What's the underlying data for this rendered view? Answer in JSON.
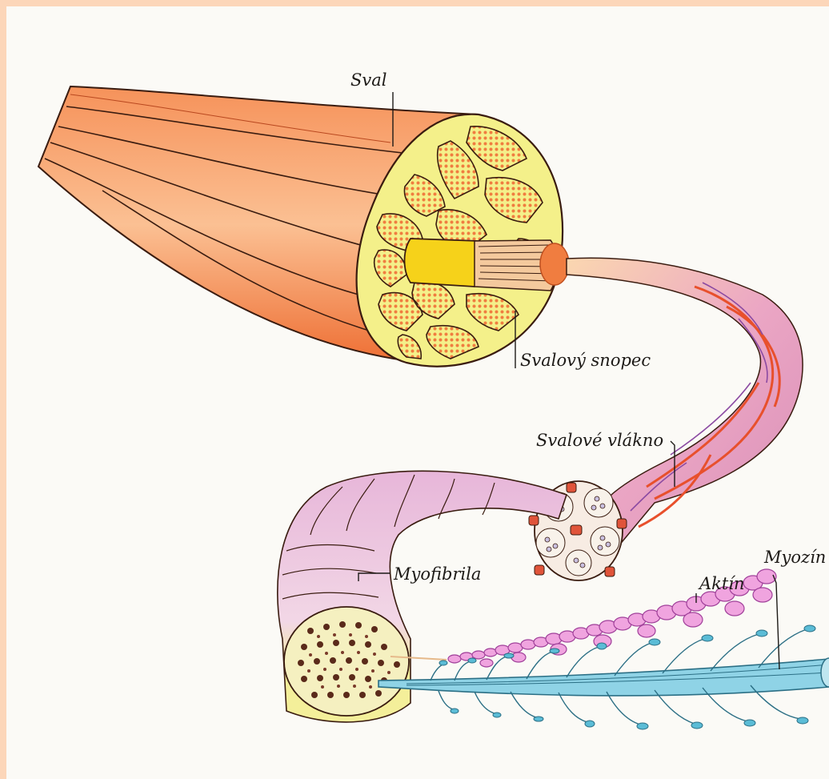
{
  "labels": {
    "sval": "Sval",
    "svalovy_snopec": "Svalový snopec",
    "svalove_vlakno": "Svalové vlákno",
    "myofibrila": "Myofibrila",
    "aktin": "Aktín",
    "myozin": "Myozín"
  },
  "colors": {
    "border": "#fcd6b9",
    "background": "#fbfaf6",
    "muscle": "#f07a3c",
    "muscle_light": "#fbb98b",
    "bundle_fill": "#f6a35c",
    "bundle_frame": "#f4f08a",
    "fiber_pink": "#e9a5c8",
    "fiber_vessel": "#e8502c",
    "myofibril_yellow": "#f4ef9a",
    "actin": "#e47ad2",
    "myosin": "#6ec6dc"
  }
}
